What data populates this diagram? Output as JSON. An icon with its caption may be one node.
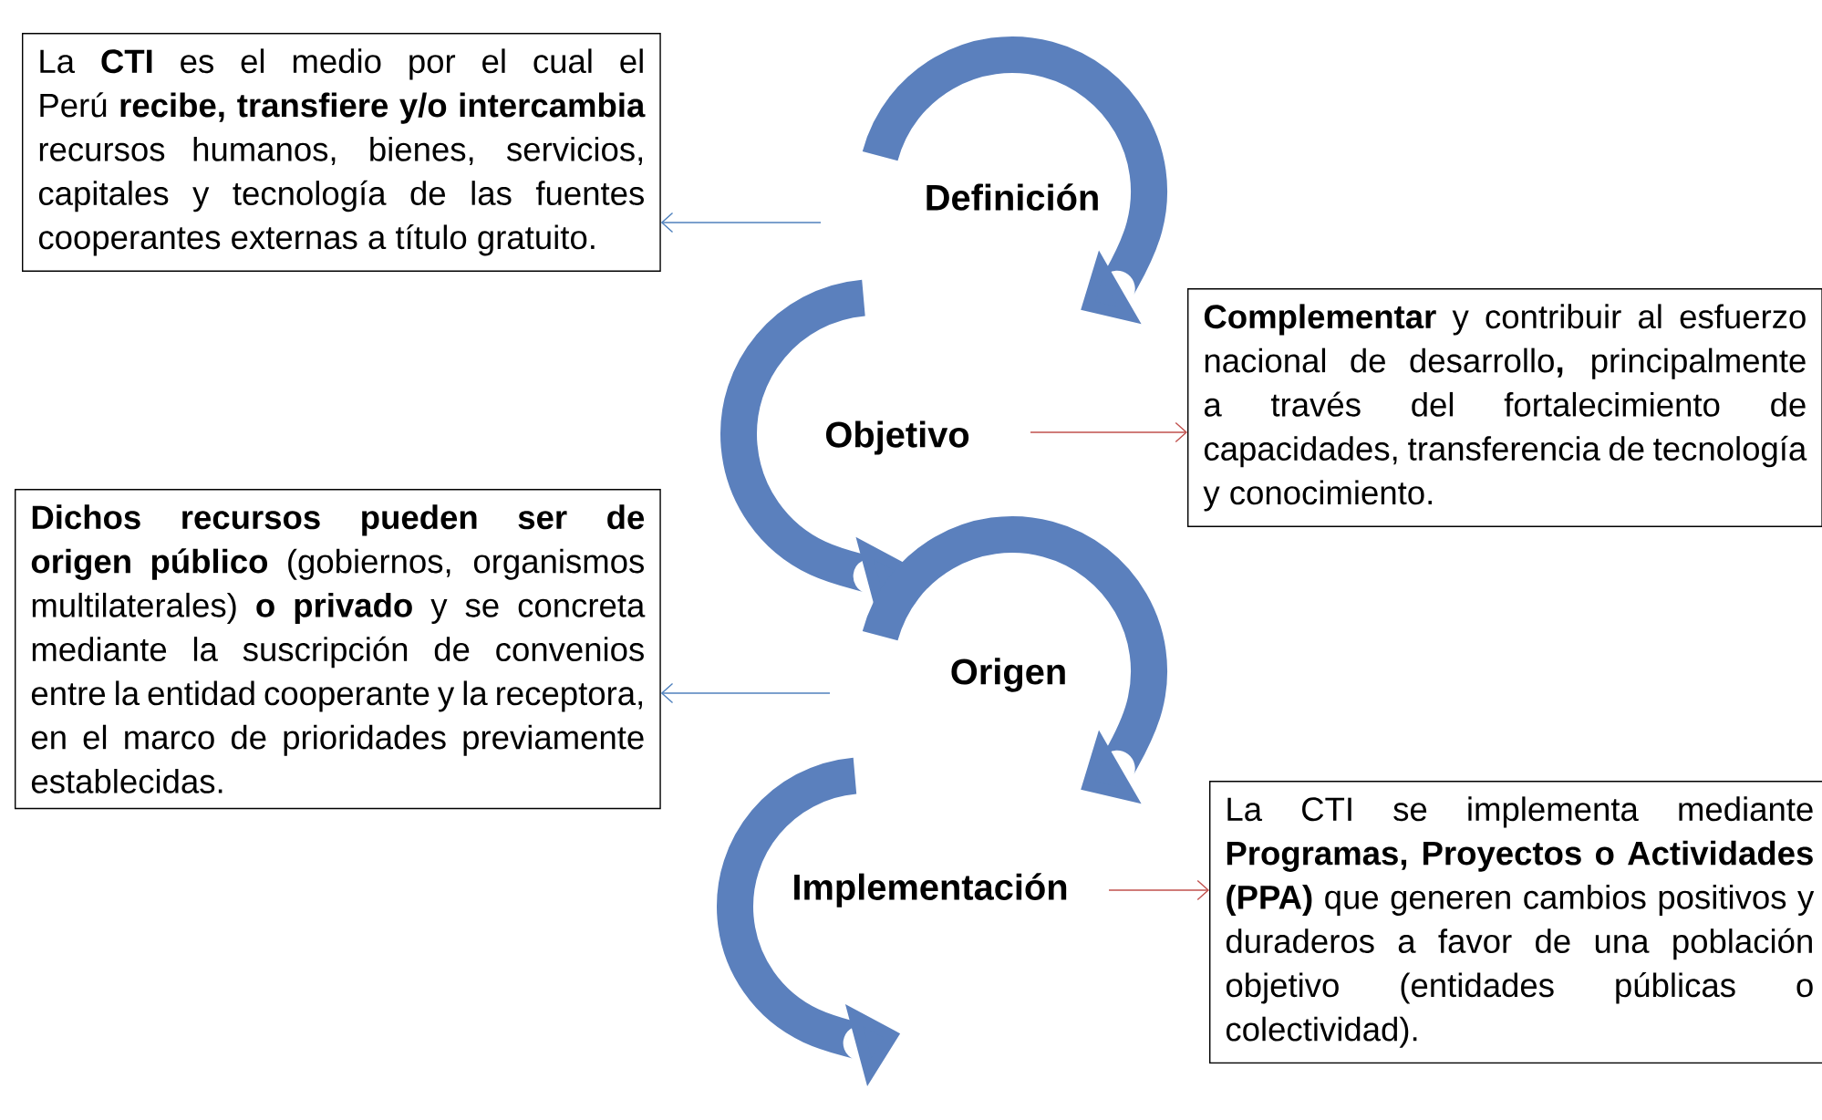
{
  "diagram": {
    "nodes": [
      {
        "text": [
          "La **CTI** es el medio por el cual el Perú **recibe, transfiere y/o intercambia** recursos humanos, bienes, servicios, capitales y tecnología de las fuentes cooperantes externas a título gratuito."
        ]
      },
      {
        "text": [
          "Definición"
        ]
      },
      {
        "text": [
          "**Complementar** y contribuir al esfuerzo nacional de desarrollo**,** principalmente a través del fortalecimiento de capacidades, transferencia de tecnología y conocimiento."
        ]
      },
      {
        "text": [
          "Objetivo"
        ]
      },
      {
        "text": [
          "**Dichos recursos pueden ser de origen público** (gobiernos, organismos multilaterales) **o privado** y se concreta mediante la suscripción de convenios entre la entidad cooperante y la receptora, en el marco de prioridades previamente establecidas."
        ]
      },
      {
        "text": [
          "Origen"
        ]
      },
      {
        "text": [
          "La CTI se implementa mediante **Programas, Proyectos o Actividades (PPA)** que generen cambios positivos y duraderos a favor de una población objetivo (entidades públicas o colectividad)."
        ]
      },
      {
        "text": [
          "Implementación"
        ]
      }
    ],
    "edges": [
      {
        "from": 1,
        "to": 0,
        "arrow": "to",
        "color": "#4f81bd"
      },
      {
        "from": 3,
        "to": 2,
        "arrow": "to",
        "color": "#c0504d"
      },
      {
        "from": 5,
        "to": 4,
        "arrow": "to",
        "color": "#4f81bd"
      },
      {
        "from": 7,
        "to": 6,
        "arrow": "to",
        "color": "#c0504d"
      }
    ]
  }
}
